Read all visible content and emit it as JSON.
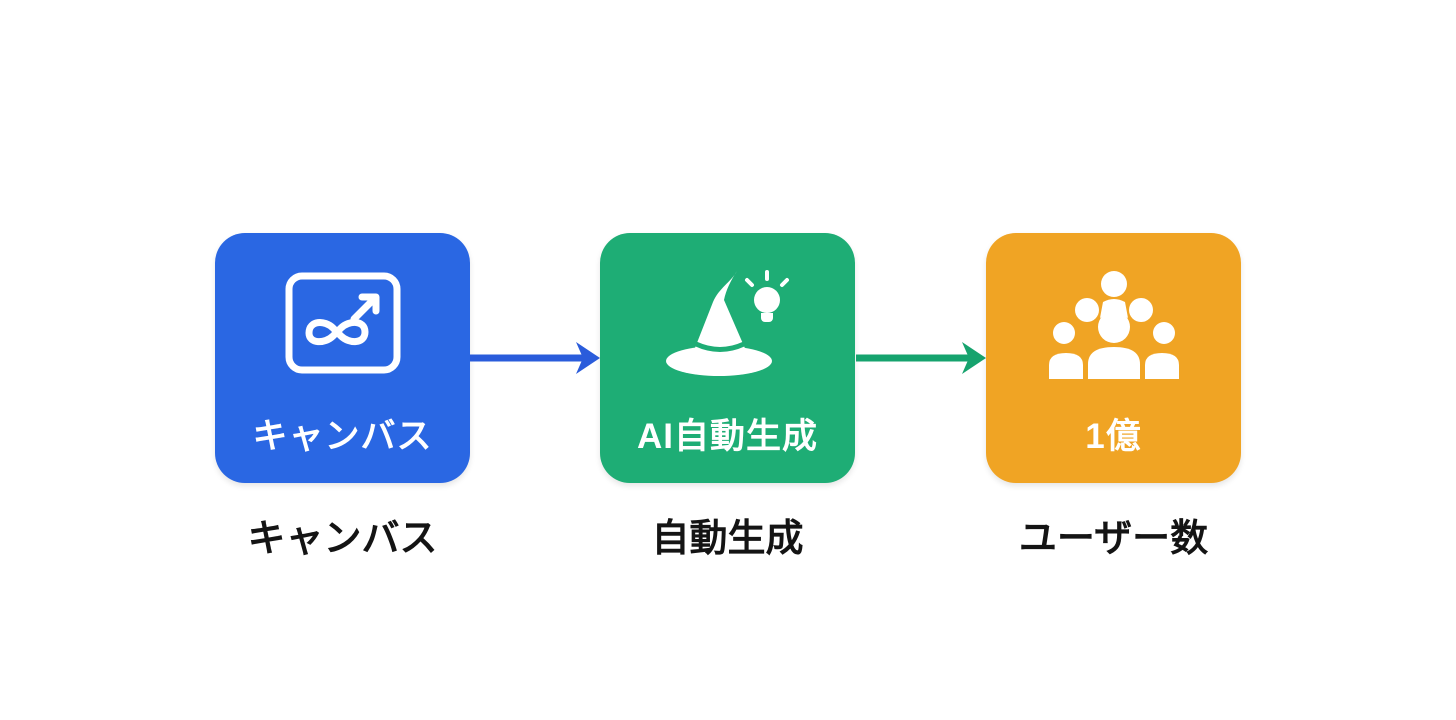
{
  "page": {
    "background": "#ffffff"
  },
  "diagram": {
    "nodes": [
      {
        "id": "canvas",
        "icon": "infinite-canvas-icon",
        "box_label": "キャンバス",
        "caption": "キャンバス",
        "color": "#2a67e3"
      },
      {
        "id": "auto-generate",
        "icon": "wizard-hat-icon",
        "box_label": "AI自動生成",
        "caption": "自動生成",
        "color": "#1ead75"
      },
      {
        "id": "user-count",
        "icon": "crowd-icon",
        "box_label": "1億",
        "caption": "ユーザー数",
        "color": "#f0a424"
      }
    ],
    "arrows": [
      {
        "from": "canvas",
        "to": "auto-generate",
        "color": "#2a5cdb"
      },
      {
        "from": "auto-generate",
        "to": "user-count",
        "color": "#16a36e"
      }
    ],
    "icon_color": "#ffffff",
    "box_text_color": "#ffffff",
    "caption_color": "#141414"
  }
}
